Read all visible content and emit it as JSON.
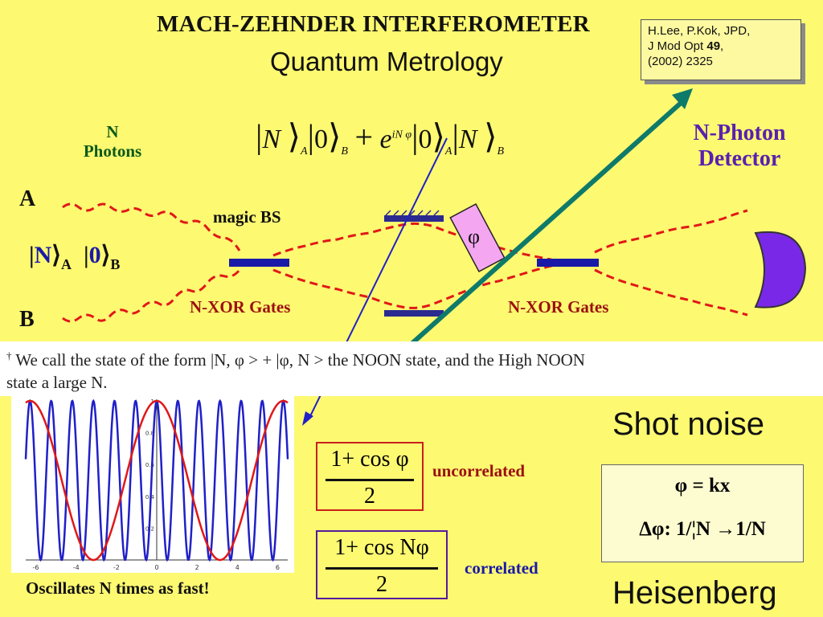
{
  "title": "MACH-ZEHNDER INTERFEROMETER",
  "subtitle": "Quantum Metrology",
  "reference": {
    "line1": "H.Lee, P.Kok, JPD,",
    "line2a": "J Mod Opt ",
    "line2b": "49",
    "line2c": ",",
    "line3": "(2002) 2325"
  },
  "n_photons": {
    "line1": "N",
    "line2": "Photons"
  },
  "detector": {
    "line1": "N-Photon",
    "line2": "Detector"
  },
  "port_a": "A",
  "port_b": "B",
  "magic_bs": "magic BS",
  "xor_left": "N-XOR Gates",
  "xor_right": "N-XOR Gates",
  "phase_symbol": "φ",
  "input_state": {
    "ket1": "N",
    "sub1": "A",
    "ket2": "0",
    "sub2": "B"
  },
  "noon_state": {
    "t1": "N",
    "a": "A",
    "t2": "0",
    "b": "B",
    "plus": "+",
    "e": "e",
    "exp": "iN φ",
    "t3": "0",
    "a2": "A",
    "t4": "N",
    "b2": "B"
  },
  "footnote": {
    "line1": "We call the state of the form |N, φ > + |φ, N > the NOON state, and the High NOON",
    "line2": "state a large N."
  },
  "shot_noise": "Shot noise",
  "heisenberg": "Heisenberg",
  "scaling": {
    "line1": "φ = kx",
    "line2": "Δφ:  1/¦N →1/N"
  },
  "uncorrelated": {
    "num": "1+ cos φ",
    "den": "2",
    "label": "uncorrelated"
  },
  "correlated": {
    "num": "1+ cos Nφ",
    "den": "2",
    "label": "correlated"
  },
  "oscillates": "Oscillates N times as fast!",
  "colors": {
    "background": "#fdf971",
    "red_wave": "#e01818",
    "blue_bs": "#1a1aa8",
    "arrow_green": "#0e7a6a",
    "detector": "#7a28e8",
    "phase_box": "#f4a6f0"
  },
  "chart_data": {
    "type": "line",
    "title": "",
    "xlabel": "",
    "ylabel": "",
    "xlim": [
      -6.5,
      6.5
    ],
    "ylim": [
      0,
      1
    ],
    "x_ticks": [
      "-6",
      "-4",
      "-2",
      "0",
      "2",
      "4",
      "6"
    ],
    "y_ticks": [
      "0.2",
      "0.4",
      "0.6",
      "0.8",
      "1"
    ],
    "series": [
      {
        "color": "#e01818",
        "function": "(1+cos(x))/2",
        "N": 1
      },
      {
        "color": "#2020c8",
        "function": "(1+cos(N*x))/2",
        "N": 6
      }
    ]
  }
}
